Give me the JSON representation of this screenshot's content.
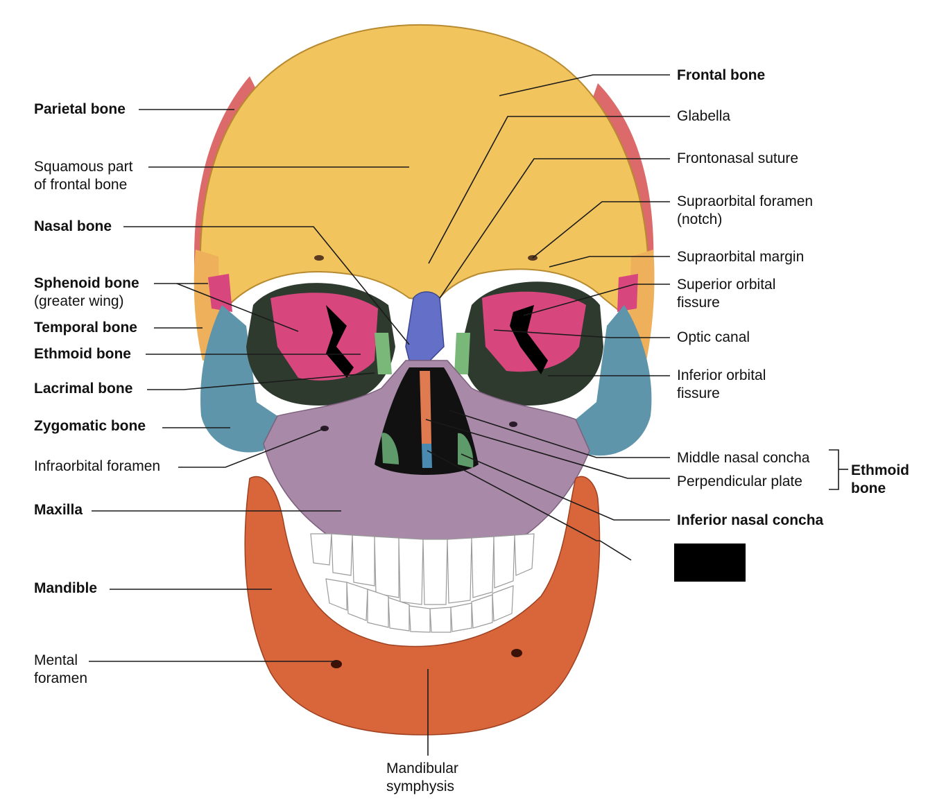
{
  "labels_left": {
    "parietal_bone": "Parietal bone",
    "squamous_part": "Squamous part\nof frontal bone",
    "nasal_bone": "Nasal bone",
    "sphenoid_bone": "Sphenoid bone",
    "sphenoid_sub": "(greater wing)",
    "temporal_bone": "Temporal bone",
    "ethmoid_bone": "Ethmoid bone",
    "lacrimal_bone": "Lacrimal bone",
    "zygomatic_bone": "Zygomatic bone",
    "infraorbital_foramen": "Infraorbital foramen",
    "maxilla": "Maxilla",
    "mandible": "Mandible",
    "mental_foramen": "Mental\nforamen"
  },
  "labels_right": {
    "frontal_bone": "Frontal bone",
    "glabella": "Glabella",
    "frontonasal_suture": "Frontonasal suture",
    "supraorbital_foramen": "Supraorbital foramen\n(notch)",
    "supraorbital_margin": "Supraorbital margin",
    "superior_orbital_fissure": "Superior orbital\nfissure",
    "optic_canal": "Optic canal",
    "inferior_orbital_fissure": "Inferior orbital\nfissure",
    "middle_nasal_concha": "Middle nasal concha",
    "perpendicular_plate": "Perpendicular plate",
    "ethmoid_group": "Ethmoid\nbone",
    "inferior_nasal_concha": "Inferior nasal concha"
  },
  "labels_bottom": {
    "mandibular_symphysis": "Mandibular\nsymphysis"
  },
  "colors": {
    "frontal": "#f1c45e",
    "parietal": "#dc6a6a",
    "sphenoid": "#d8467e",
    "temporal": "#eeb05a",
    "zygomatic": "#5e95aa",
    "maxilla": "#a88aa8",
    "nasal": "#6470c8",
    "mandible": "#d9663a",
    "ethmoid": "#7ab87a",
    "teeth": "#ffffff",
    "redaction": "#000000"
  }
}
